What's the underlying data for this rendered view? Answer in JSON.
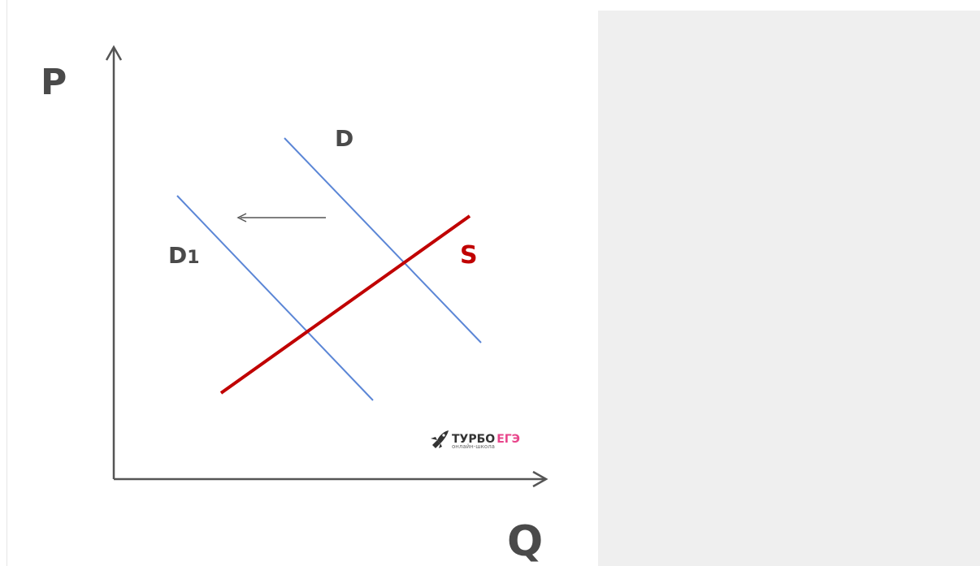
{
  "axes": {
    "y_label": "P",
    "x_label": "Q"
  },
  "curves": [
    {
      "id": "demand",
      "label": "D",
      "color": "#5b86d6"
    },
    {
      "id": "demand_shifted",
      "label": "D",
      "subscript": "1",
      "color": "#5b86d6"
    },
    {
      "id": "supply",
      "label": "S",
      "color": "#c00000"
    }
  ],
  "shift_arrow": {
    "direction": "left"
  },
  "logo": {
    "brand_main": "ТУРБО",
    "brand_accent": "ЕГЭ",
    "tagline": "онлайн-школа",
    "accent_color": "#e8458b",
    "icon": "rocket-icon"
  },
  "colors": {
    "axis": "#555555",
    "label": "#4a4a4a",
    "panel": "#efefef"
  }
}
